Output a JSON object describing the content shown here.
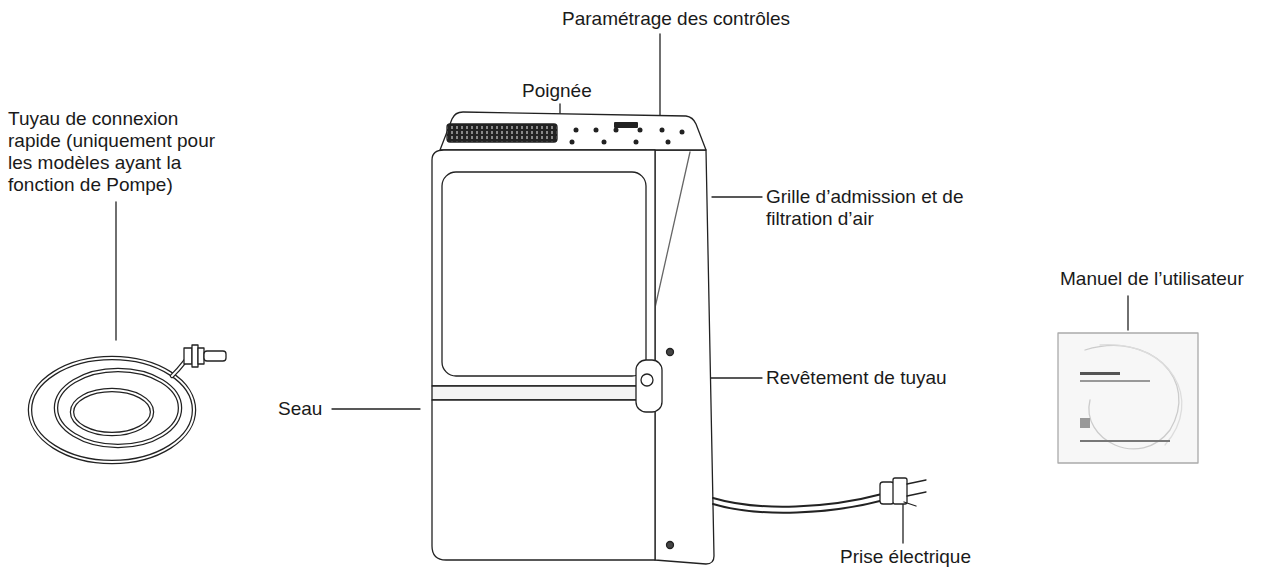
{
  "diagram": {
    "labels": [
      "Paramétrage des contrôles",
      "Poignée",
      "Tuyau de connexion rapide (uniquement pour les modèles ayant la fonction de Pompe)",
      "Grille d’admission et de filtration d’air",
      "Manuel de l’utilisateur",
      "Seau",
      "Revêtement de tuyau",
      "Prise électrique"
    ]
  }
}
